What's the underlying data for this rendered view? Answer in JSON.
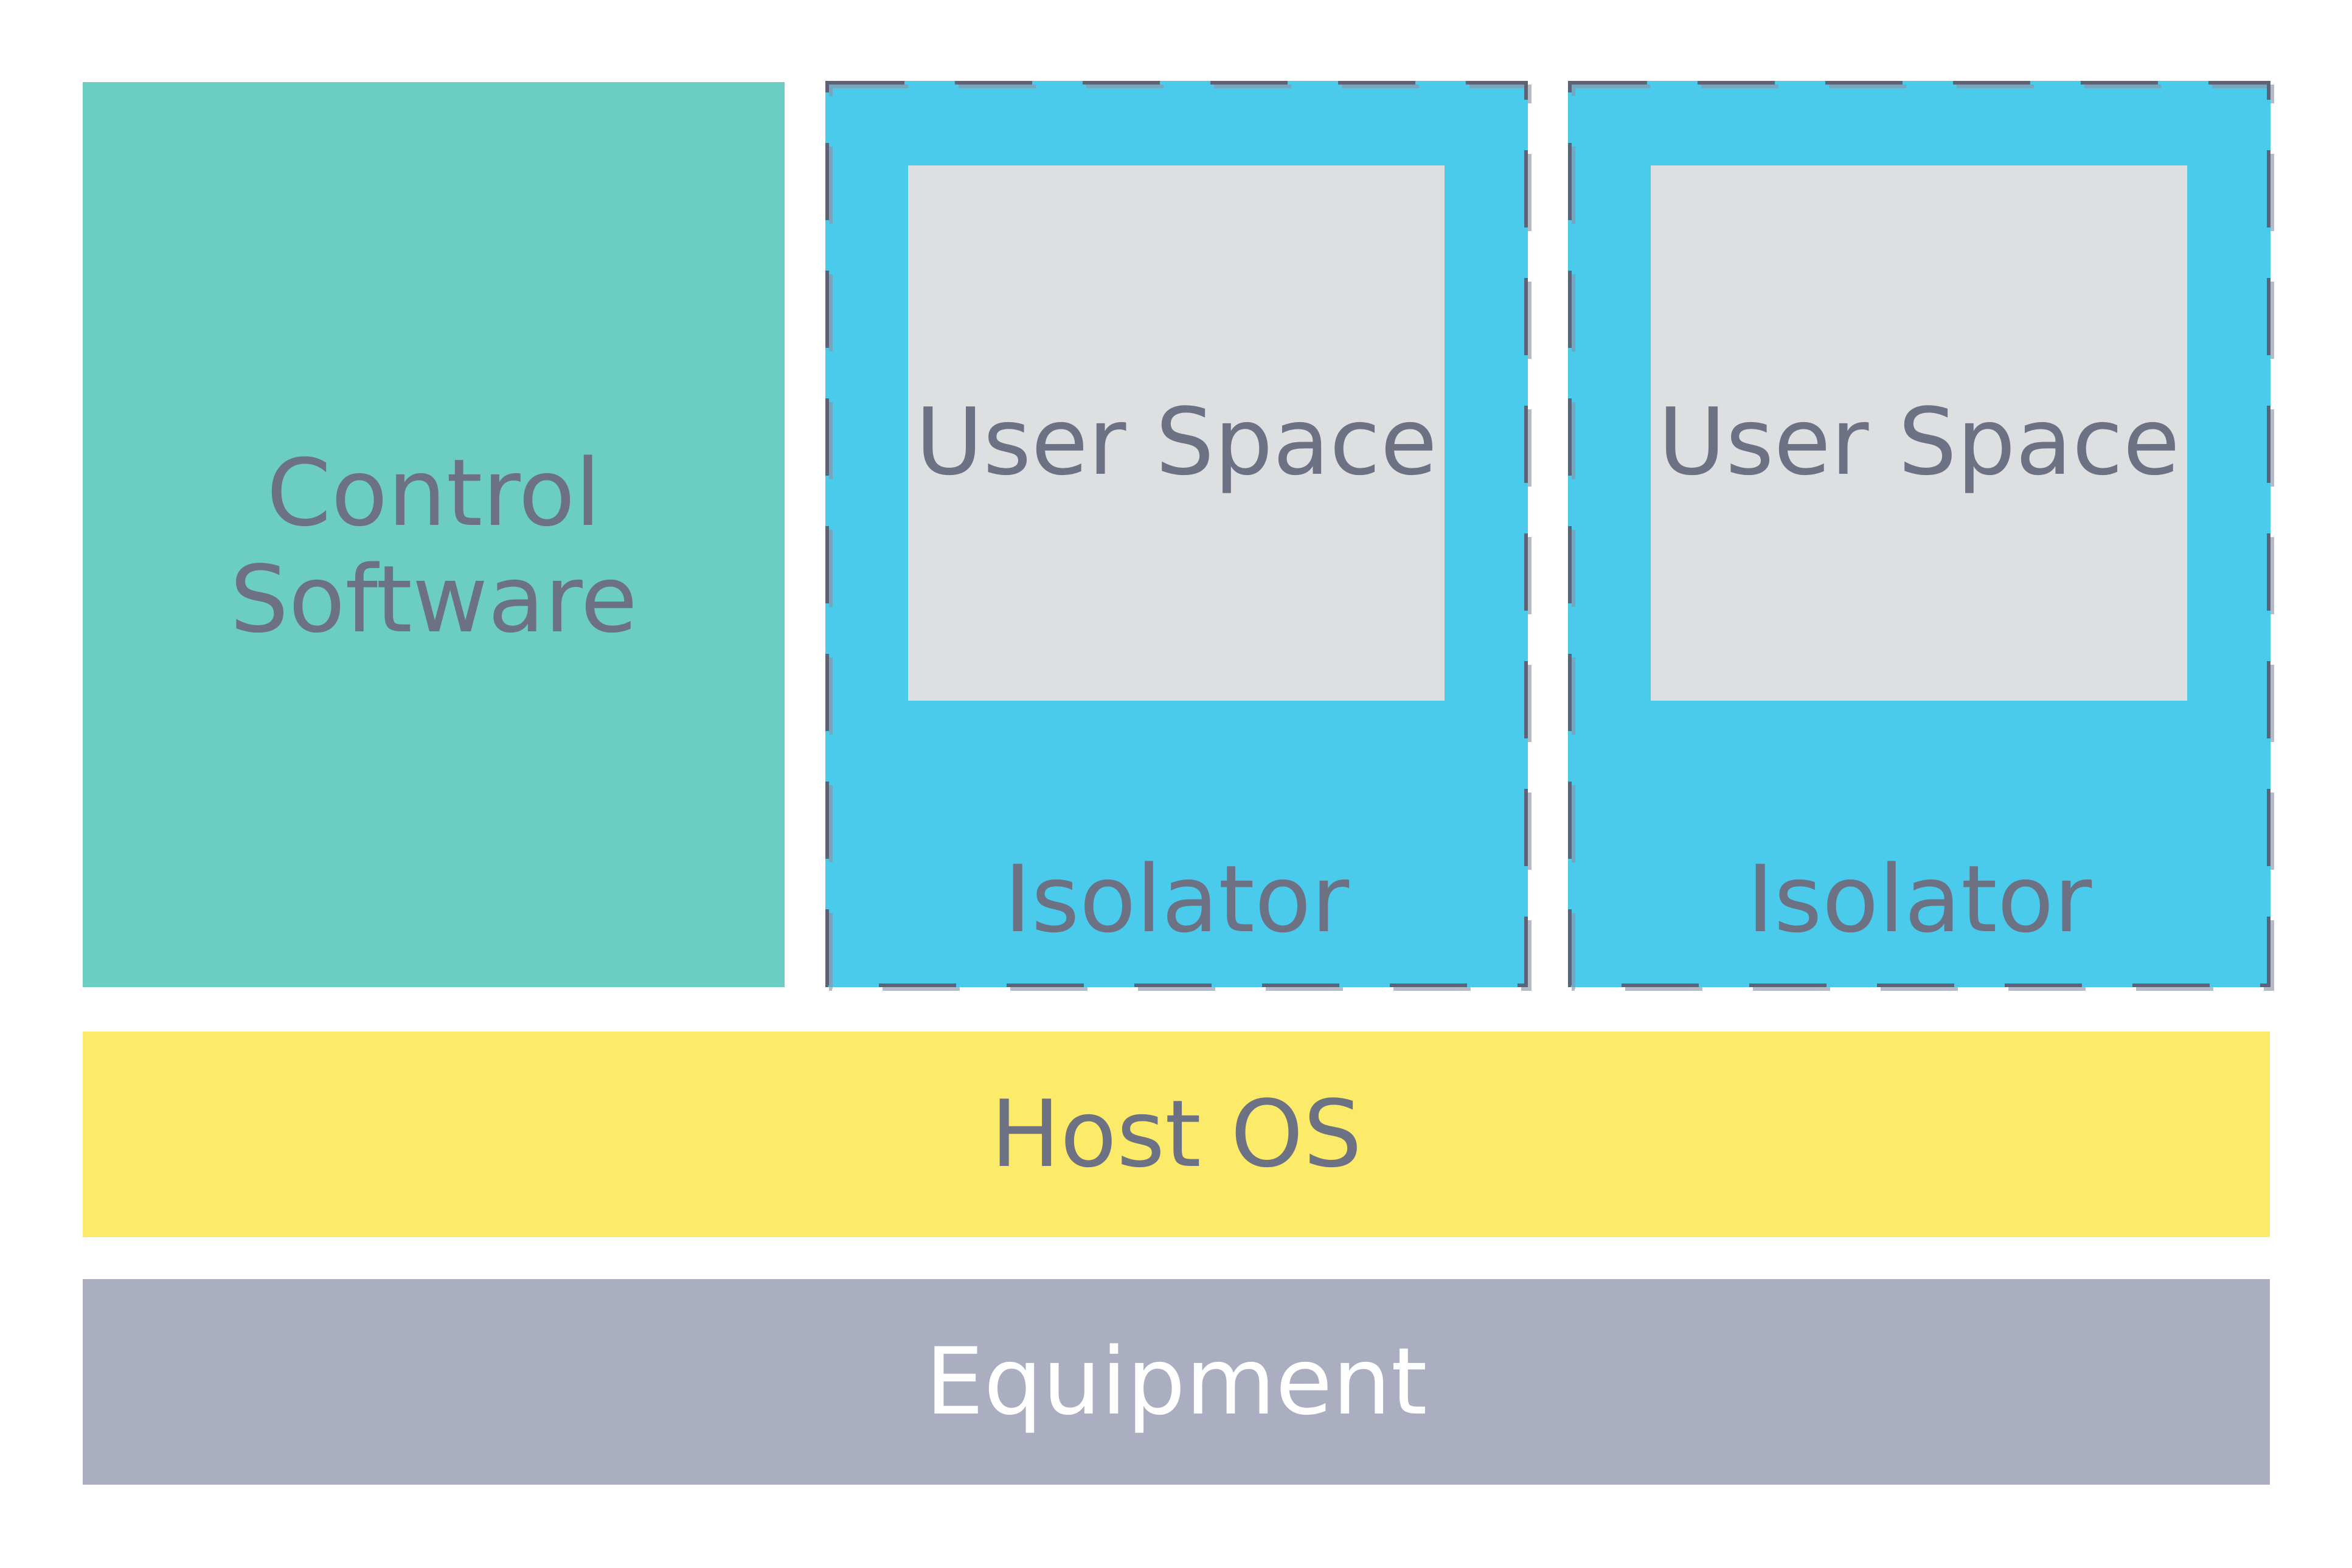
{
  "diagram": {
    "control_software_label": "Control Software",
    "isolators": [
      {
        "label": "Isolator",
        "user_space_label": "User Space"
      },
      {
        "label": "Isolator",
        "user_space_label": "User Space"
      }
    ],
    "host_os_label": "Host OS",
    "equipment_label": "Equipment",
    "colors": {
      "control_software_bg": "#6CCDC4",
      "isolator_bg": "#4BCBEC",
      "isolator_border": "#5C6377",
      "user_space_bg": "#DEDFE1",
      "host_os_bg": "#FBEB68",
      "equipment_bg": "#AAAEC0",
      "label_text": "#6C7183",
      "equipment_text": "#FFFFFF"
    }
  }
}
